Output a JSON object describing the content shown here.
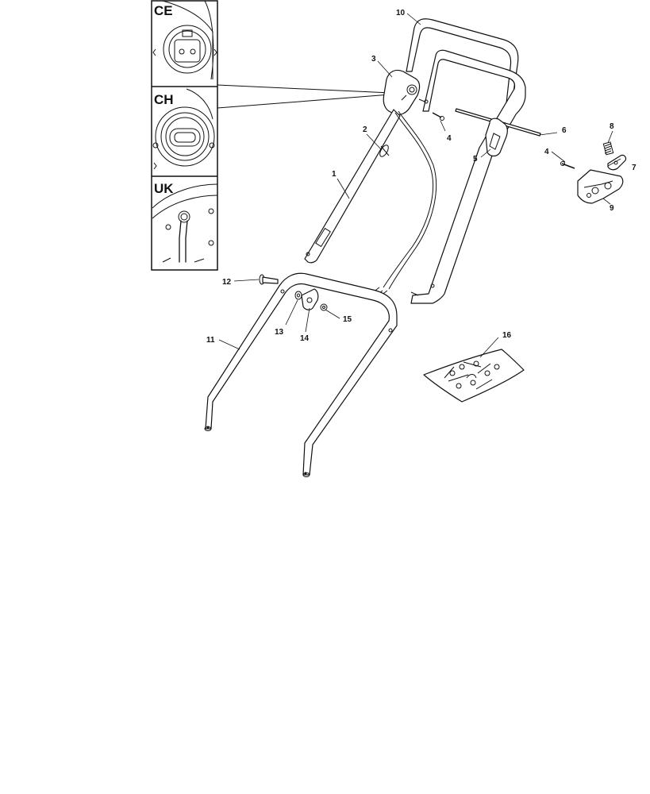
{
  "insets": [
    {
      "id": "ce",
      "region": "CE"
    },
    {
      "id": "ch",
      "region": "CH"
    },
    {
      "id": "uk",
      "region": "UK"
    }
  ],
  "parts": [
    {
      "id": "p1",
      "label": "1"
    },
    {
      "id": "p2",
      "label": "2"
    },
    {
      "id": "p3",
      "label": "3"
    },
    {
      "id": "p4a",
      "label": "4"
    },
    {
      "id": "p4b",
      "label": "4"
    },
    {
      "id": "p5",
      "label": "5"
    },
    {
      "id": "p6",
      "label": "6"
    },
    {
      "id": "p7",
      "label": "7"
    },
    {
      "id": "p8",
      "label": "8"
    },
    {
      "id": "p9",
      "label": "9"
    },
    {
      "id": "p10",
      "label": "10"
    },
    {
      "id": "p11",
      "label": "11"
    },
    {
      "id": "p12",
      "label": "12"
    },
    {
      "id": "p13",
      "label": "13"
    },
    {
      "id": "p14",
      "label": "14"
    },
    {
      "id": "p15",
      "label": "15"
    },
    {
      "id": "p16",
      "label": "16"
    }
  ]
}
